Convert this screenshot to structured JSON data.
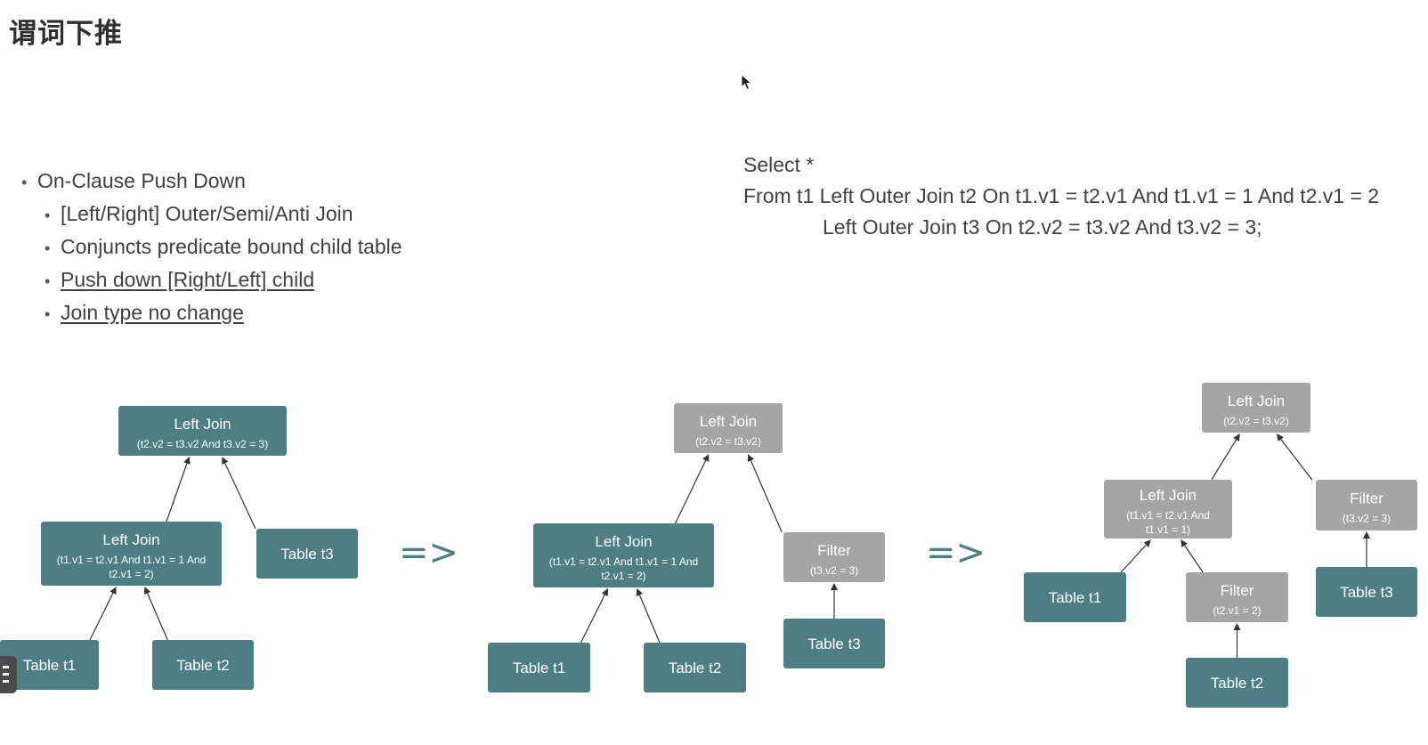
{
  "slide": {
    "title": "谓词下推"
  },
  "bullets": [
    {
      "text": "On-Clause Push Down",
      "level": 1,
      "underline": false
    },
    {
      "text": "[Left/Right] Outer/Semi/Anti Join",
      "level": 2,
      "underline": false
    },
    {
      "text": "Conjuncts predicate bound child table",
      "level": 2,
      "underline": false
    },
    {
      "text": "Push down [Right/Left] child",
      "level": 2,
      "underline": true
    },
    {
      "text": "Join type no change",
      "level": 2,
      "underline": true
    }
  ],
  "sql": [
    "Select *",
    "From t1  Left Outer Join t2 On t1.v1 = t2.v1 And t1.v1 = 1 And t2.v1 = 2",
    "Left Outer Join t3 On t2.v2 = t3.v2 And t3.v2 = 3;"
  ],
  "colors": {
    "active_node": "#4d7e83",
    "pushed_node": "#a5a5a5",
    "edge": "#333333",
    "arrow": "#4d7e83"
  },
  "transition_symbol": "=>",
  "trees": [
    {
      "name": "original-plan",
      "nodes": [
        {
          "id": "lj-top",
          "title": "Left Join",
          "lines": [
            "(t2.v2 = t3.v2 And t3.v2 = 3)"
          ],
          "style": "active"
        },
        {
          "id": "lj-bottom",
          "title": "Left Join",
          "lines": [
            "(t1.v1 = t2.v1 And t1.v1 = 1 And",
            "t2.v1 = 2)"
          ],
          "style": "active"
        },
        {
          "id": "t3",
          "title": "Table t3",
          "lines": [],
          "style": "active"
        },
        {
          "id": "t1",
          "title": "Table t1",
          "lines": [],
          "style": "active"
        },
        {
          "id": "t2",
          "title": "Table t2",
          "lines": [],
          "style": "active"
        }
      ],
      "edges": [
        [
          "lj-bottom",
          "lj-top"
        ],
        [
          "t3",
          "lj-top"
        ],
        [
          "t1",
          "lj-bottom"
        ],
        [
          "t2",
          "lj-bottom"
        ]
      ]
    },
    {
      "name": "after-first-pushdown",
      "nodes": [
        {
          "id": "lj-top",
          "title": "Left Join",
          "lines": [
            "(t2.v2 = t3.v2)"
          ],
          "style": "pushed"
        },
        {
          "id": "lj-bottom",
          "title": "Left Join",
          "lines": [
            "(t1.v1 = t2.v1 And t1.v1 = 1 And",
            "t2.v1 = 2)"
          ],
          "style": "active"
        },
        {
          "id": "filter-t3",
          "title": "Filter",
          "lines": [
            "(t3.v2 = 3)"
          ],
          "style": "pushed"
        },
        {
          "id": "t1",
          "title": "Table t1",
          "lines": [],
          "style": "active"
        },
        {
          "id": "t2",
          "title": "Table t2",
          "lines": [],
          "style": "active"
        },
        {
          "id": "t3",
          "title": "Table t3",
          "lines": [],
          "style": "active"
        }
      ],
      "edges": [
        [
          "lj-bottom",
          "lj-top"
        ],
        [
          "filter-t3",
          "lj-top"
        ],
        [
          "t1",
          "lj-bottom"
        ],
        [
          "t2",
          "lj-bottom"
        ],
        [
          "t3",
          "filter-t3"
        ]
      ]
    },
    {
      "name": "after-second-pushdown",
      "nodes": [
        {
          "id": "lj-top",
          "title": "Left Join",
          "lines": [
            "(t2.v2 = t3.v2)"
          ],
          "style": "pushed"
        },
        {
          "id": "lj-bottom",
          "title": "Left Join",
          "lines": [
            "(t1.v1 = t2.v1 And",
            "t1.v1 = 1)"
          ],
          "style": "pushed"
        },
        {
          "id": "filter-t3",
          "title": "Filter",
          "lines": [
            "(t3.v2 = 3)"
          ],
          "style": "pushed"
        },
        {
          "id": "t1",
          "title": "Table t1",
          "lines": [],
          "style": "active"
        },
        {
          "id": "filter-t2",
          "title": "Filter",
          "lines": [
            "(t2.v1 = 2)"
          ],
          "style": "pushed"
        },
        {
          "id": "t3",
          "title": "Table t3",
          "lines": [],
          "style": "active"
        },
        {
          "id": "t2",
          "title": "Table t2",
          "lines": [],
          "style": "active"
        }
      ],
      "edges": [
        [
          "lj-bottom",
          "lj-top"
        ],
        [
          "filter-t3",
          "lj-top"
        ],
        [
          "t1",
          "lj-bottom"
        ],
        [
          "filter-t2",
          "lj-bottom"
        ],
        [
          "t3",
          "filter-t3"
        ],
        [
          "t2",
          "filter-t2"
        ]
      ]
    }
  ]
}
